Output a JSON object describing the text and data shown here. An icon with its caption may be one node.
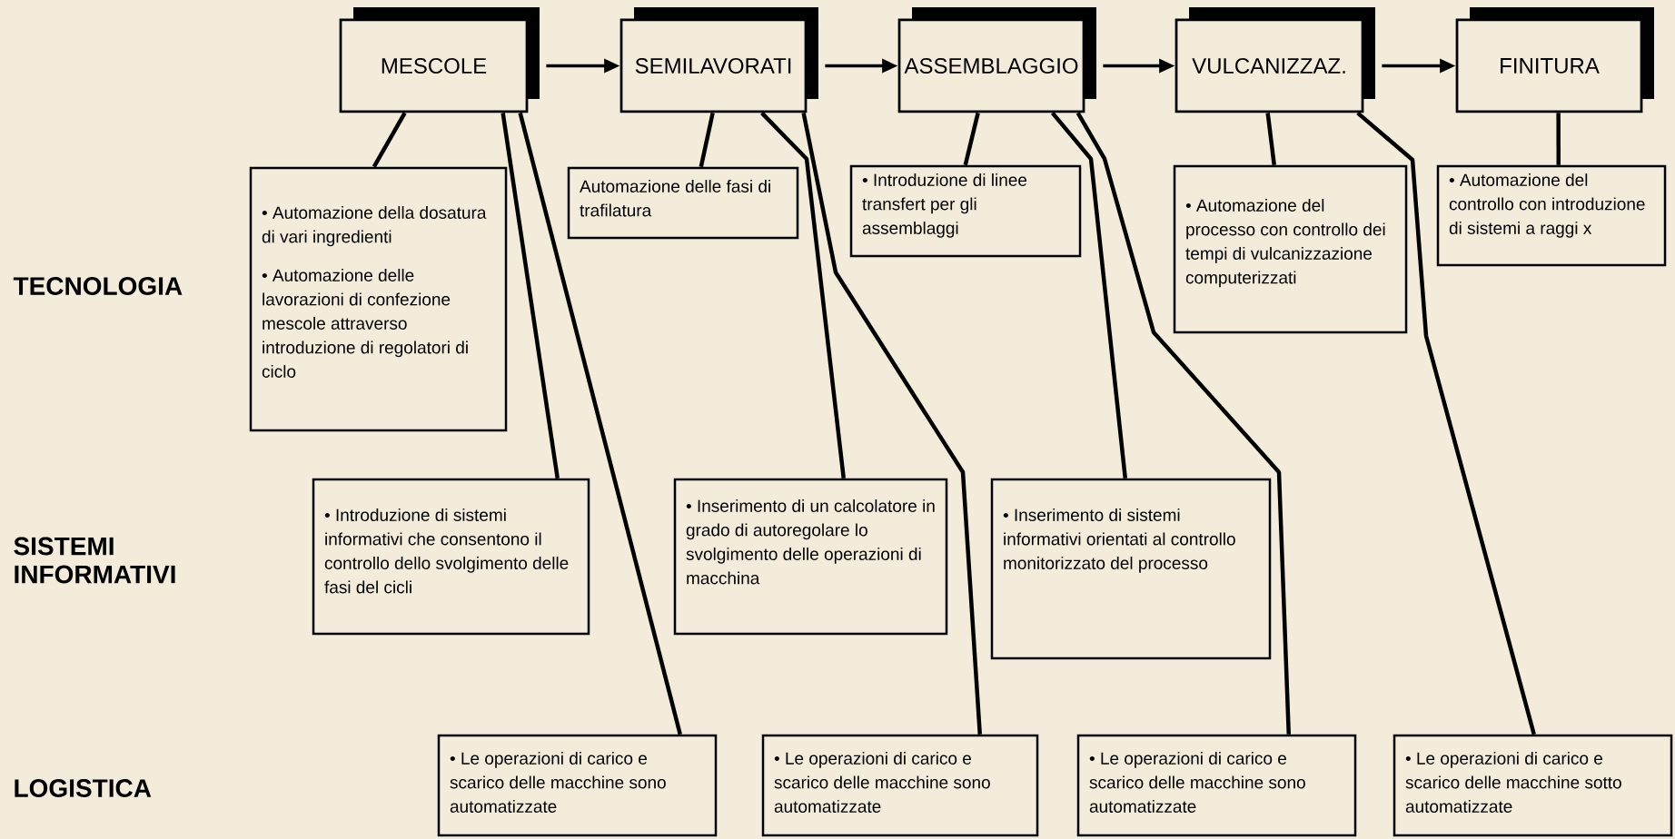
{
  "diagram": {
    "nodes": [
      {
        "text": [
          "MESCOLE"
        ]
      },
      {
        "text": [
          "SEMILAVORATI"
        ]
      },
      {
        "text": [
          "ASSEMBLAGGIO"
        ]
      },
      {
        "text": [
          "VULCANIZZAZ."
        ]
      },
      {
        "text": [
          "FINITURA"
        ]
      },
      {
        "text": [
          "• Automazione della dosatura di vari ingredienti",
          "• Automazione delle lavorazioni di confezione mescole attraverso introduzione di regolatori di ciclo"
        ]
      },
      {
        "text": [
          "Automazione delle fasi di trafilatura"
        ]
      },
      {
        "text": [
          "• Introduzione di linee transfert per gli assemblaggi"
        ]
      },
      {
        "text": [
          "• Automazione del processo con controllo dei tempi di vulcanizzazione computerizzati"
        ]
      },
      {
        "text": [
          "• Automazione del controllo con introduzione di sistemi a raggi x"
        ]
      },
      {
        "text": [
          "• Introduzione di sistemi informativi che consentono il controllo dello svolgimento delle fasi del cicli"
        ]
      },
      {
        "text": [
          "• Inserimento di un calcolatore in grado di autoregolare lo svolgimento delle operazioni di macchina"
        ]
      },
      {
        "text": [
          "• Inserimento di sistemi informativi orientati al controllo monitorizzato del processo"
        ]
      },
      {
        "text": [
          "• Le operazioni di carico e scarico delle macchine sono automatizzate"
        ]
      },
      {
        "text": [
          "• Le operazioni di carico e scarico delle macchine sono automatizzate"
        ]
      },
      {
        "text": [
          "• Le operazioni di carico e scarico delle macchine sono automatizzate"
        ]
      },
      {
        "text": [
          "• Le operazioni di carico e scarico delle macchine sotto automatizzate"
        ]
      }
    ],
    "edges": [
      {
        "from": 0,
        "to": 5,
        "arrow": "none"
      },
      {
        "from": 0,
        "to": 10,
        "arrow": "none"
      },
      {
        "from": 0,
        "to": 13,
        "arrow": "none"
      },
      {
        "from": 1,
        "to": 6,
        "arrow": "none"
      },
      {
        "from": 1,
        "to": 11,
        "arrow": "none"
      },
      {
        "from": 1,
        "to": 14,
        "arrow": "none"
      },
      {
        "from": 2,
        "to": 7,
        "arrow": "none"
      },
      {
        "from": 2,
        "to": 12,
        "arrow": "none"
      },
      {
        "from": 2,
        "to": 15,
        "arrow": "none"
      },
      {
        "from": 3,
        "to": 8,
        "arrow": "none"
      },
      {
        "from": 3,
        "to": 16,
        "arrow": "none"
      },
      {
        "from": 4,
        "to": 9,
        "arrow": "none"
      },
      {
        "from": 0,
        "to": 1,
        "arrow": "to"
      },
      {
        "from": 1,
        "to": 2,
        "arrow": "to"
      },
      {
        "from": 2,
        "to": 3,
        "arrow": "to"
      },
      {
        "from": 3,
        "to": 4,
        "arrow": "to"
      }
    ],
    "labels": [
      "TECNOLOGIA",
      "SISTEMI INFORMATIVI",
      "LOGISTICA"
    ]
  }
}
